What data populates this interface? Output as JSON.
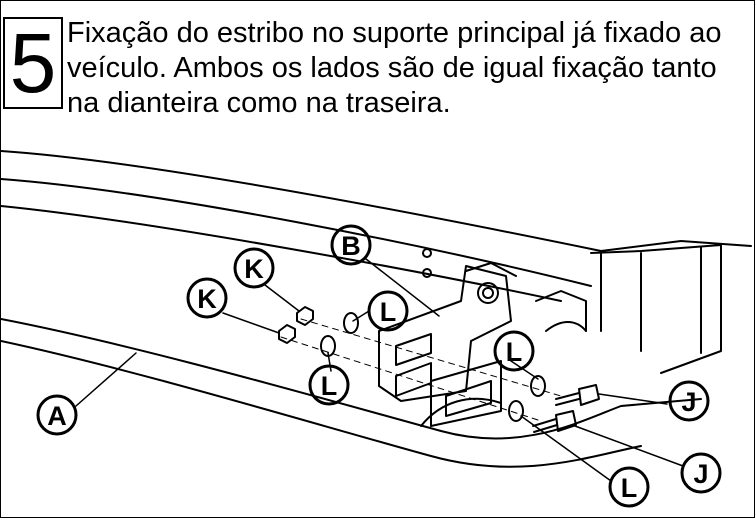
{
  "step": {
    "number": "5",
    "caption": "Fixação do estribo no suporte principal já fixado ao veículo. Ambos os lados são de igual fixação tanto na dianteira como na traseira."
  },
  "callouts": {
    "A": "A",
    "B": "B",
    "J": "J",
    "K": "K",
    "L": "L"
  }
}
